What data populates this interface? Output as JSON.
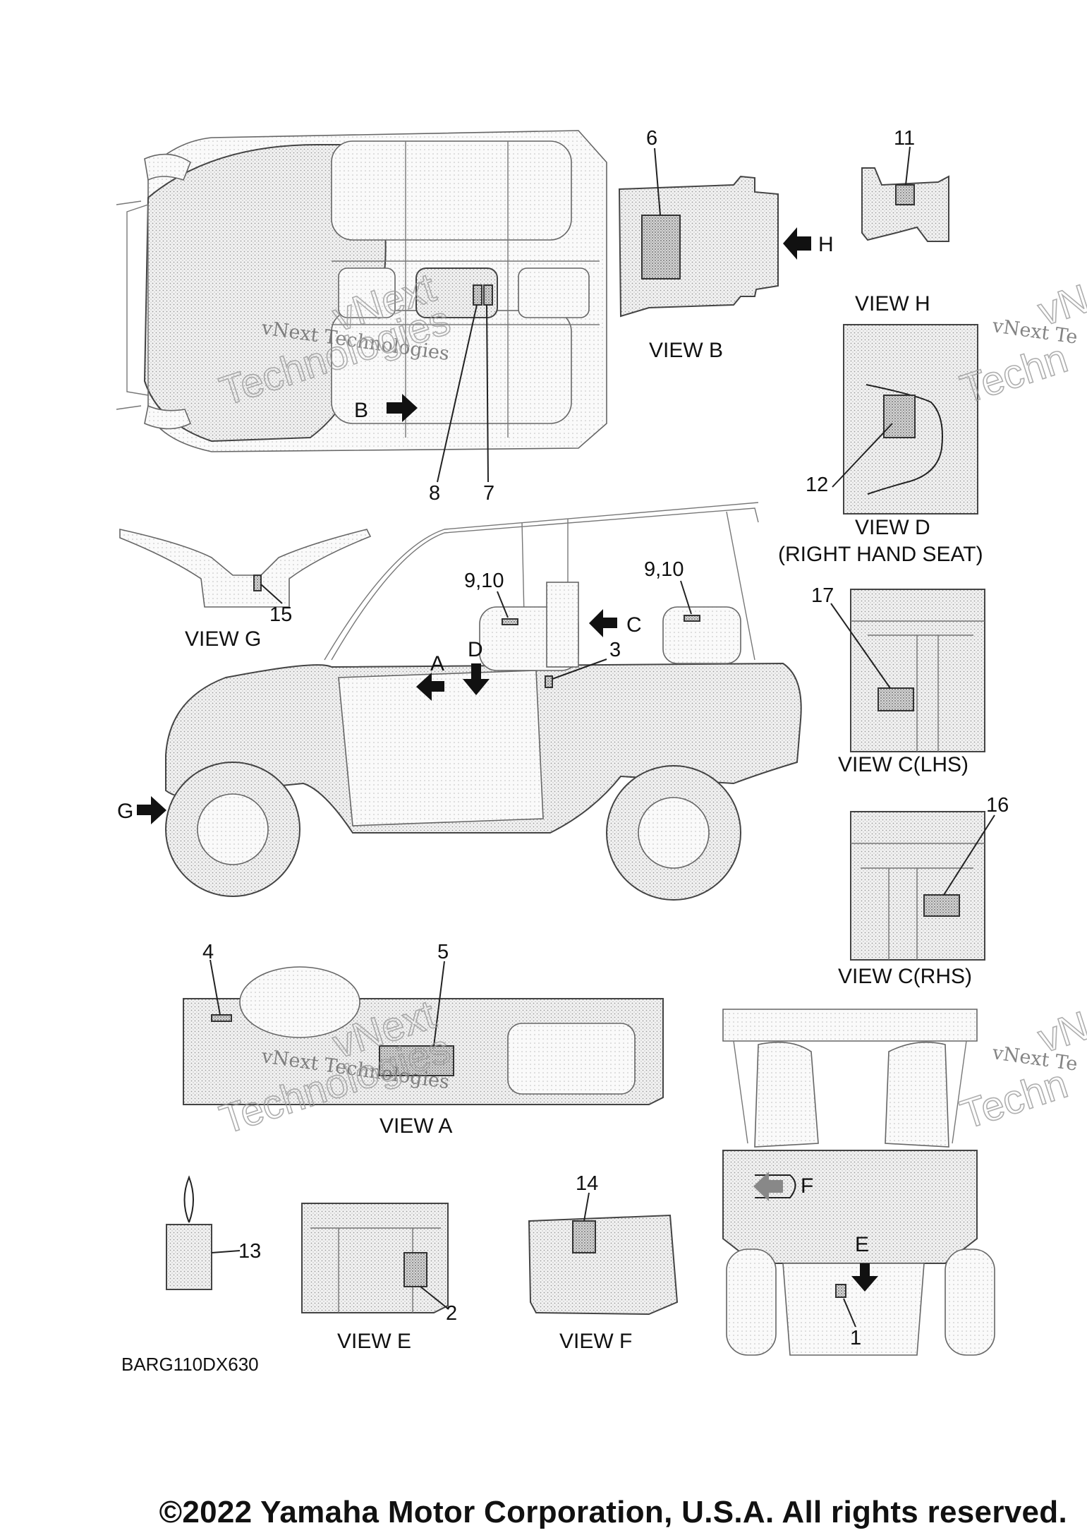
{
  "views": {
    "b": "VIEW B",
    "h": "VIEW H",
    "d": "VIEW D",
    "d_sub": "(RIGHT HAND SEAT)",
    "g": "VIEW G",
    "c_lhs": "VIEW C(LHS)",
    "c_rhs": "VIEW C(RHS)",
    "a": "VIEW A",
    "e": "VIEW E",
    "f": "VIEW F"
  },
  "arrows": {
    "b": "B",
    "h": "H",
    "c": "C",
    "a": "A",
    "d": "D",
    "g": "G",
    "f": "F",
    "e": "E"
  },
  "callouts": {
    "n1": "1",
    "n2": "2",
    "n3": "3",
    "n4": "4",
    "n5": "5",
    "n6": "6",
    "n7": "7",
    "n8": "8",
    "n9_10_front": "9,10",
    "n9_10_rear": "9,10",
    "n11": "11",
    "n12": "12",
    "n13": "13",
    "n14": "14",
    "n15": "15",
    "n16": "16",
    "n17": "17"
  },
  "part_code": "BARG110DX630",
  "watermark": {
    "serif": "vNext Technologies",
    "outline_1": "vNext",
    "outline_2": "Technologies",
    "serif_partial": "vNext Te",
    "outline_partial_1": "vNe",
    "outline_partial_2": "Techn"
  },
  "copyright": "©2022 Yamaha Motor Corporation, U.S.A. All rights reserved."
}
